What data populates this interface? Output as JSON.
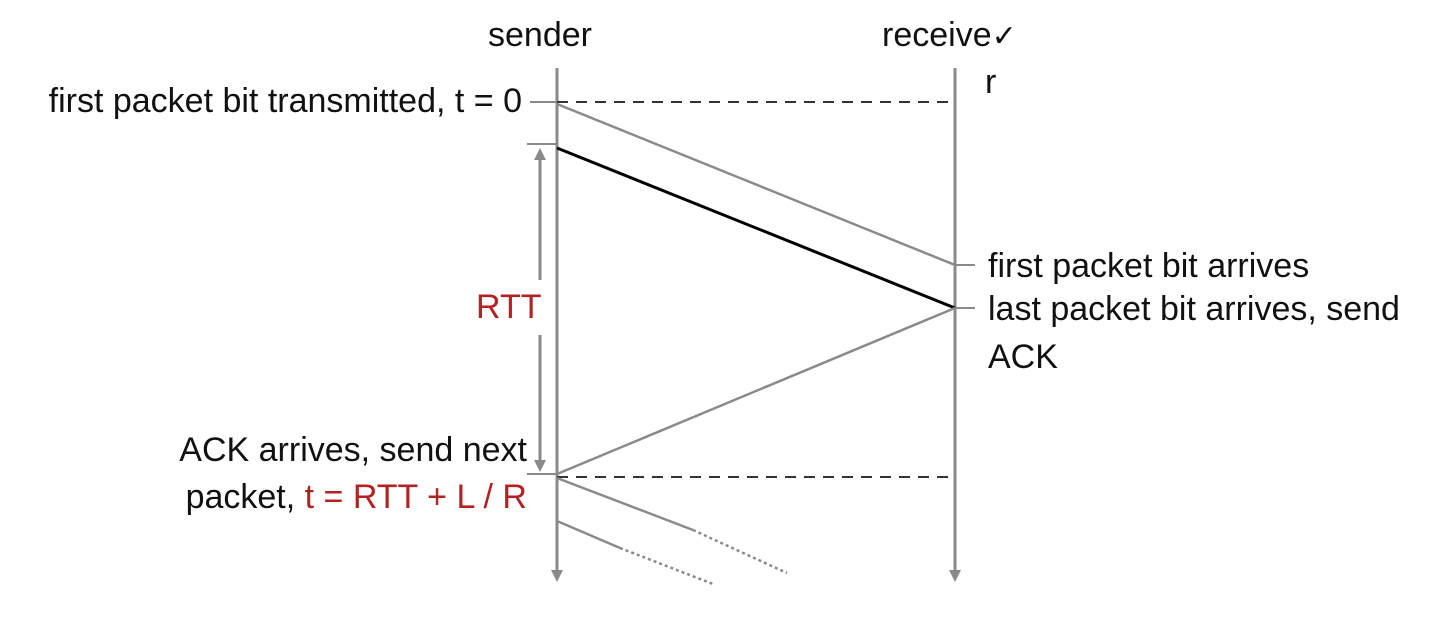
{
  "labels": {
    "sender": "sender",
    "receiver_main": "receive",
    "receiver_mark": "✓",
    "receiver_r": "r",
    "first_bit_transmitted": "first packet bit transmitted, t = 0",
    "first_bit_arrives": "first packet bit arrives",
    "last_bit_arrives_line1": "last packet bit arrives, send",
    "last_bit_arrives_line2": "ACK",
    "rtt": "RTT",
    "ack_arrives_line1": "ACK arrives, send next",
    "ack_arrives_line2_prefix": "packet, ",
    "ack_arrives_line2_formula": "t = RTT + L / R"
  },
  "colors": {
    "text": "#111111",
    "accent_red": "#b22222",
    "timeline_gray": "#8a8a8a",
    "packet_line": "#000000"
  }
}
